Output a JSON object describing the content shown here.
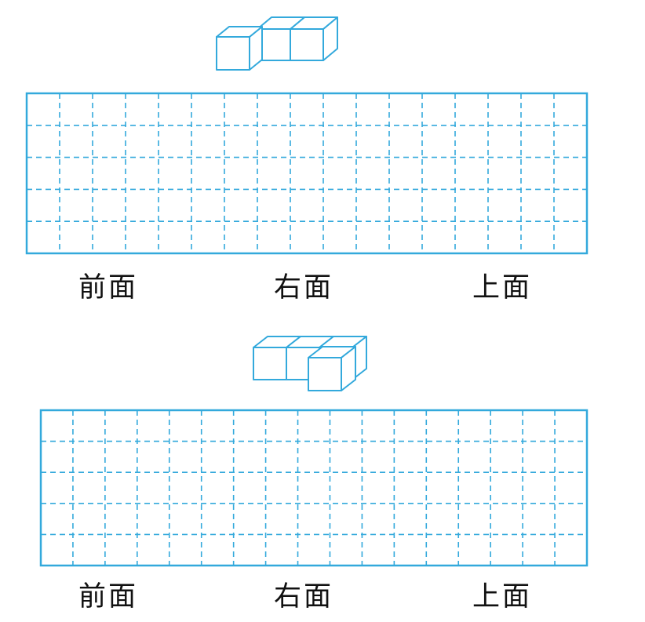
{
  "colors": {
    "line": "#33a9dc",
    "text": "#111111",
    "background": "#ffffff"
  },
  "exercises": [
    {
      "views": {
        "front": "前面",
        "right": "右面",
        "top": "上面"
      },
      "grid": {
        "columns": 17,
        "rows": 5
      }
    },
    {
      "views": {
        "front": "前面",
        "right": "右面",
        "top": "上面"
      },
      "grid": {
        "columns": 17,
        "rows": 5
      }
    }
  ]
}
